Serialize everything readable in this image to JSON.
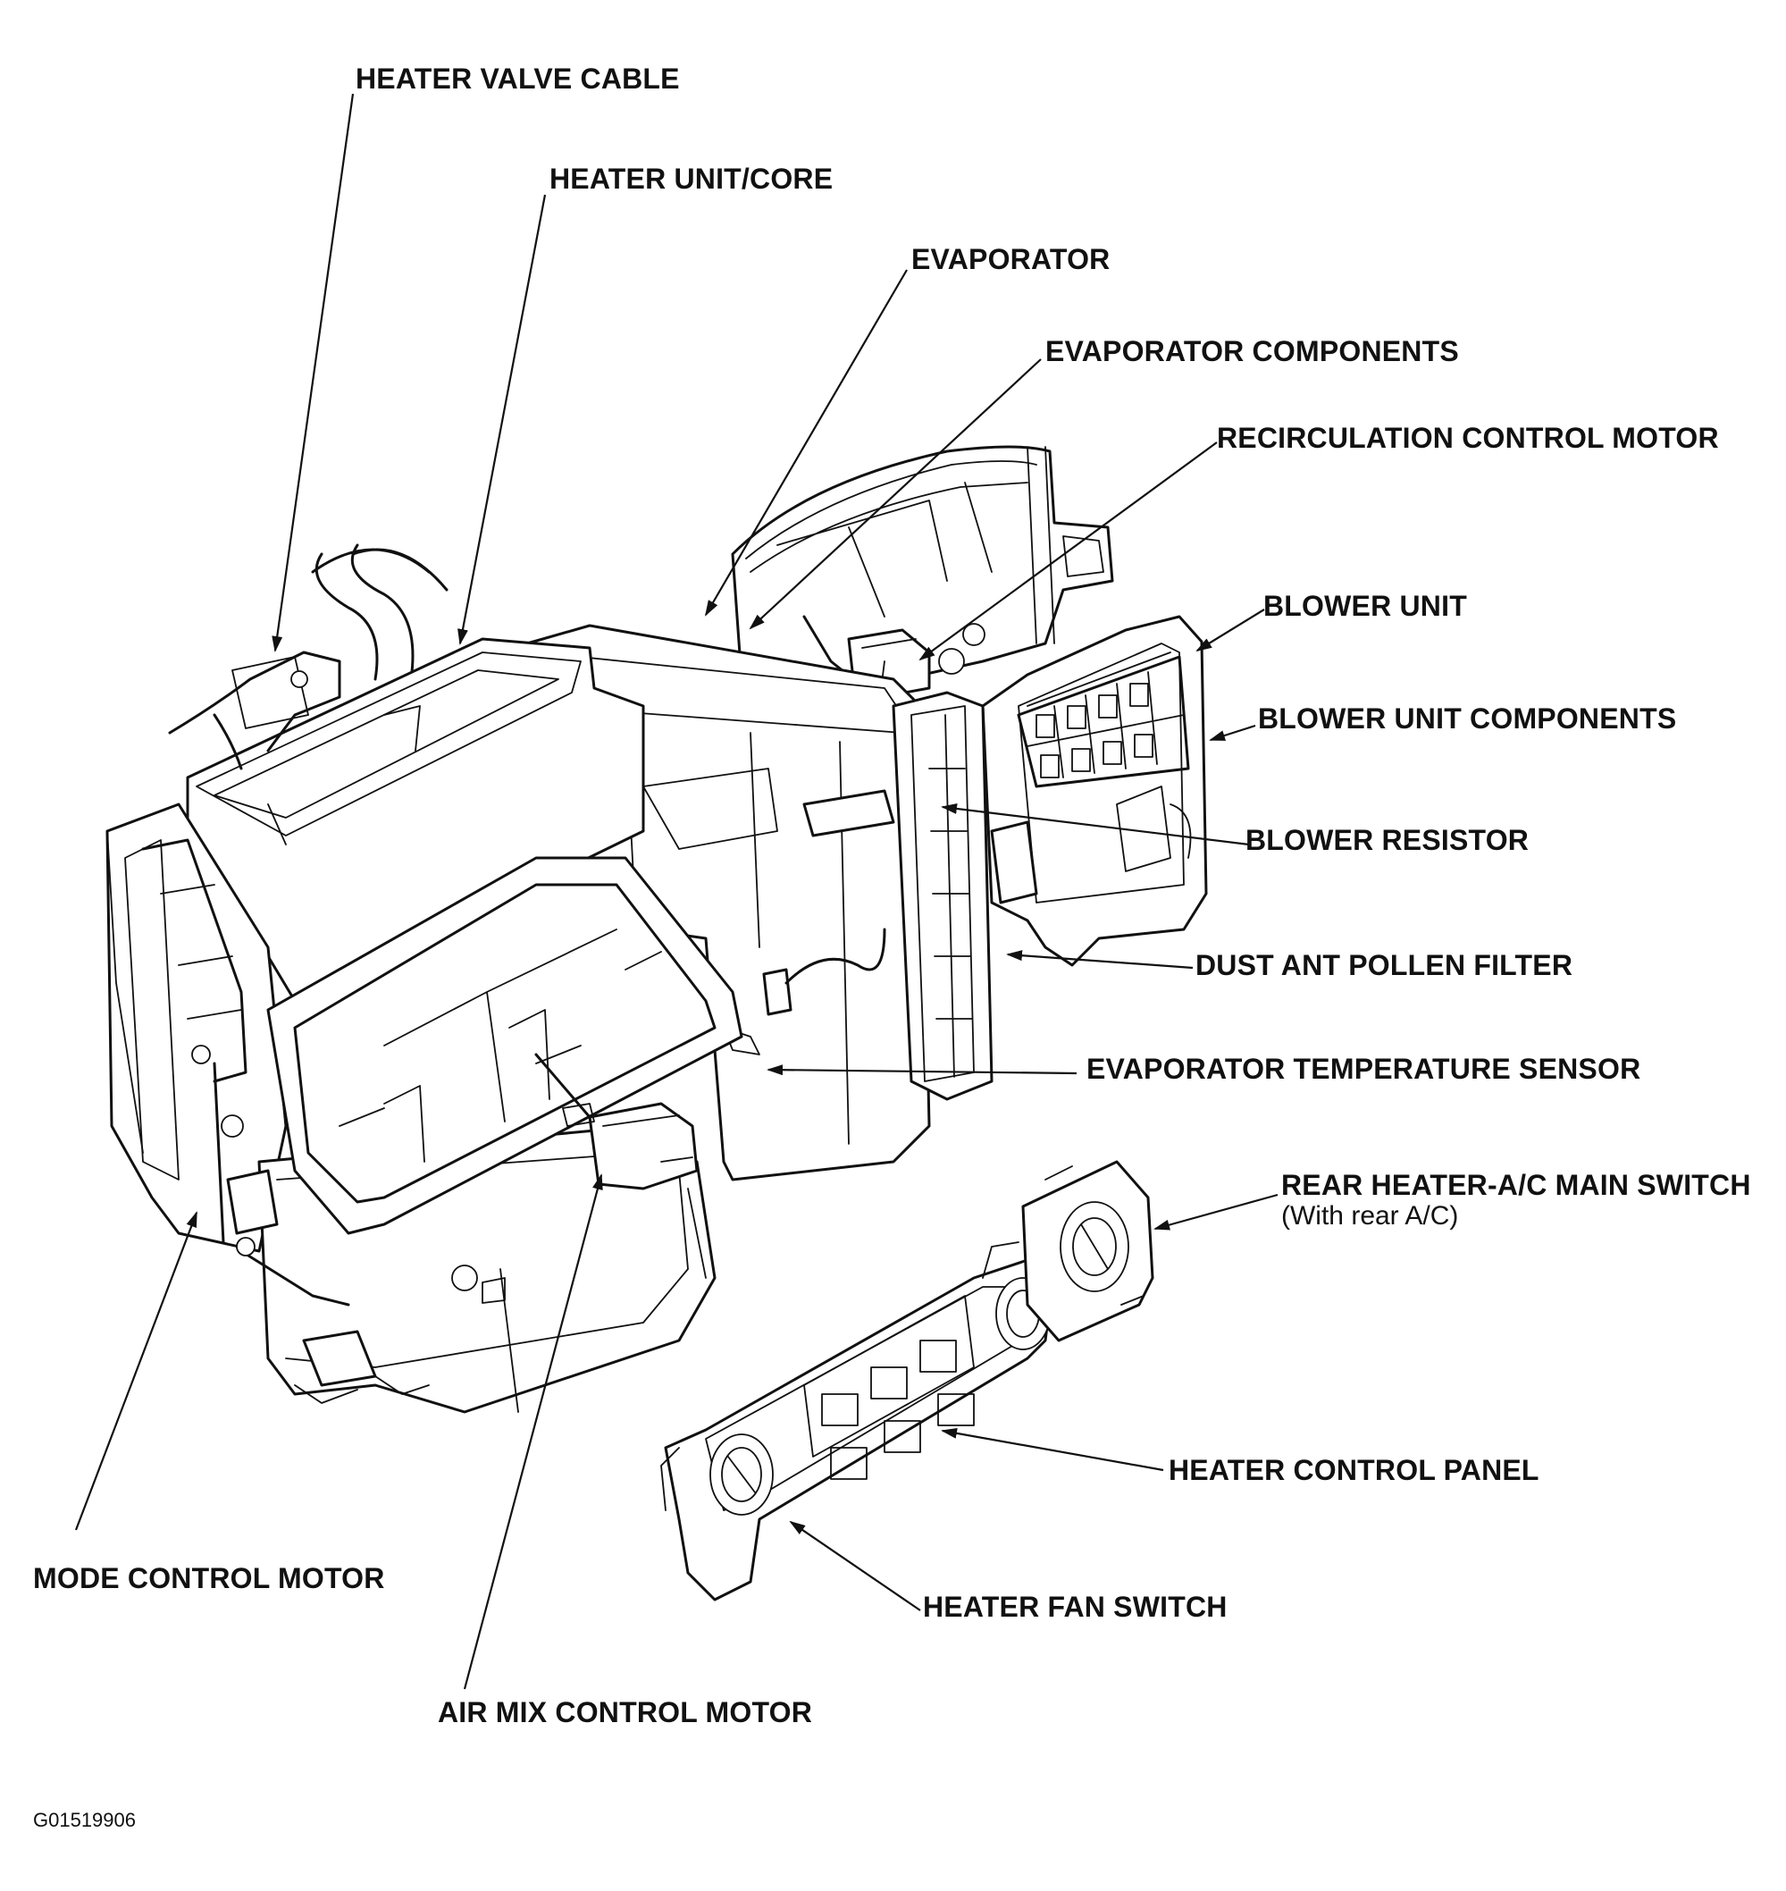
{
  "labels": {
    "heater_valve_cable": "HEATER VALVE CABLE",
    "heater_unit_core": "HEATER UNIT/CORE",
    "evaporator": "EVAPORATOR",
    "evaporator_components": "EVAPORATOR COMPONENTS",
    "recirculation_control_motor": "RECIRCULATION CONTROL MOTOR",
    "blower_unit": "BLOWER UNIT",
    "blower_unit_components": "BLOWER UNIT COMPONENTS",
    "blower_resistor": "BLOWER RESISTOR",
    "dust_pollen_filter": "DUST ANT POLLEN FILTER",
    "evaporator_temperature_sensor": "EVAPORATOR TEMPERATURE SENSOR",
    "rear_heater_ac_main_switch": "REAR HEATER-A/C MAIN SWITCH",
    "rear_heater_ac_main_switch_note": "(With rear A/C)",
    "heater_control_panel": "HEATER CONTROL PANEL",
    "heater_fan_switch": "HEATER FAN SWITCH",
    "mode_control_motor": "MODE CONTROL MOTOR",
    "air_mix_control_motor": "AIR MIX CONTROL MOTOR"
  },
  "figure_code": "G01519906"
}
